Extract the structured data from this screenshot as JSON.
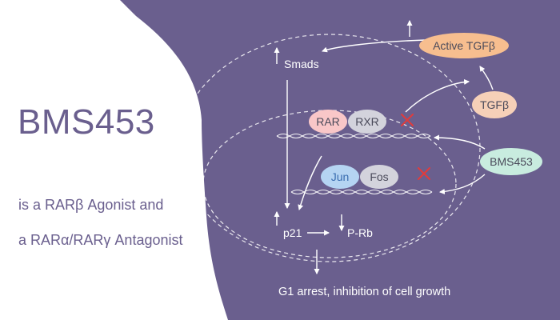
{
  "heading": {
    "title": "BMS453",
    "subtitle_line1": "is a RARβ Agonist and",
    "subtitle_line2": "a RARα/RARγ Antagonist"
  },
  "diagram": {
    "active_tgfb": "Active TGFβ",
    "tgfb": "TGFβ",
    "smads": "Smads",
    "rar": "RAR",
    "rxr": "RXR",
    "jun": "Jun",
    "fos": "Fos",
    "bms453": "BMS453",
    "p21": "p21",
    "prb": "P-Rb",
    "outcome": "G1 arrest, inhibition of cell growth"
  },
  "colors": {
    "background_purple": "#6a5f8e",
    "orange": "#f7be8f",
    "peach": "#f6d0b8",
    "pink": "#f9c7c8",
    "grey": "#d3d3dc",
    "blue": "#b5d4f2",
    "mint": "#c8ecdf",
    "inhibit_red": "#e23b3b"
  }
}
